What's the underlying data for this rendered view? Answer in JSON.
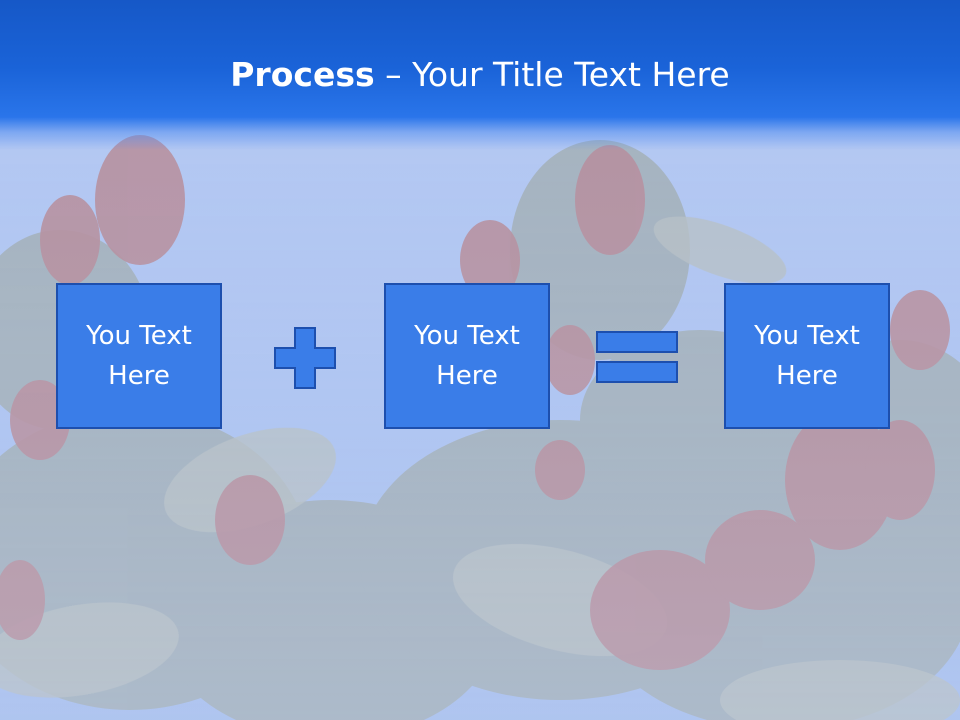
{
  "slide": {
    "title_bold": "Process",
    "title_dash": " – ",
    "title_rest": "Your Title Text Here"
  },
  "boxes": [
    {
      "line1": "You Text",
      "line2": "Here"
    },
    {
      "line1": "You Text",
      "line2": "Here"
    },
    {
      "line1": "You Text",
      "line2": "Here"
    }
  ],
  "operators": [
    "plus-icon",
    "equals-icon"
  ],
  "colors": {
    "header": "#1a63d8",
    "box_fill": "#3a7de8",
    "box_border": "#1d4fae",
    "text": "#ffffff"
  }
}
